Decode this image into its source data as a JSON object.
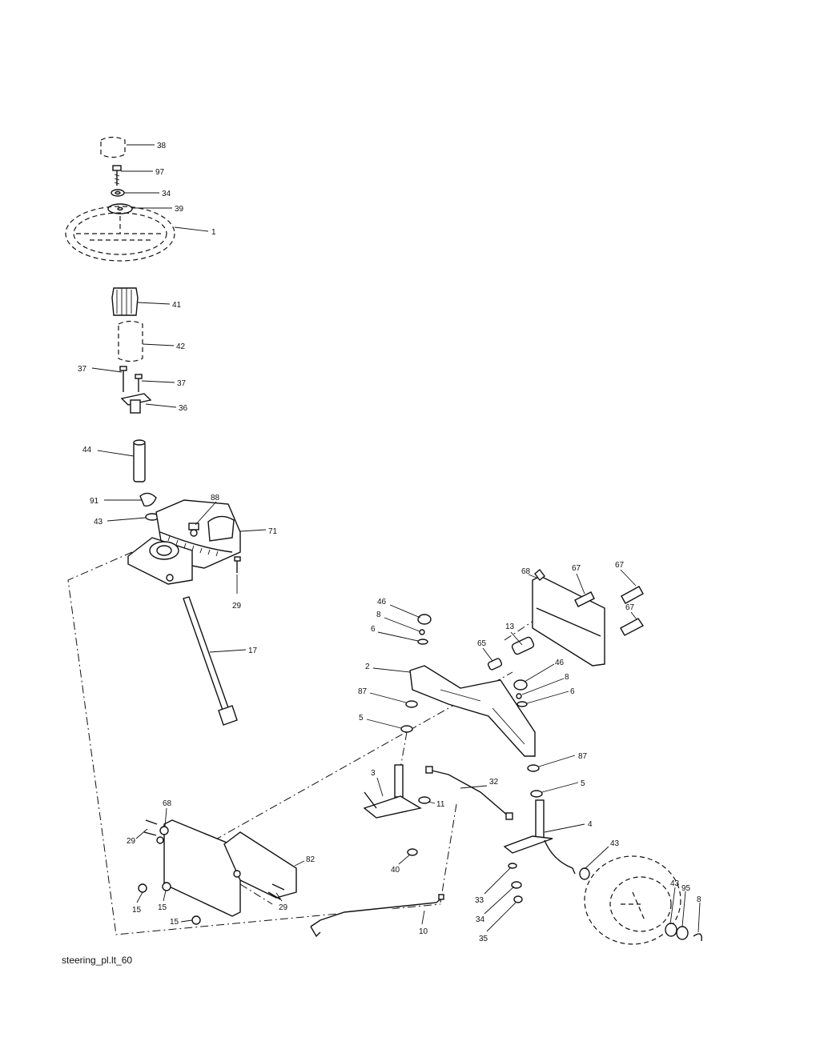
{
  "caption": "steering_pl.lt_60",
  "labels": [
    "38",
    "97",
    "34",
    "39",
    "1",
    "41",
    "42",
    "37",
    "37",
    "36",
    "44",
    "91",
    "43",
    "88",
    "71",
    "29",
    "17",
    "46",
    "8",
    "6",
    "2",
    "87",
    "5",
    "3",
    "32",
    "11",
    "40",
    "68",
    "67",
    "67",
    "67",
    "13",
    "65",
    "46",
    "8",
    "6",
    "87",
    "5",
    "4",
    "43",
    "33",
    "34",
    "35",
    "43",
    "95",
    "8",
    "68",
    "29",
    "82",
    "15",
    "15",
    "15",
    "29",
    "10"
  ]
}
